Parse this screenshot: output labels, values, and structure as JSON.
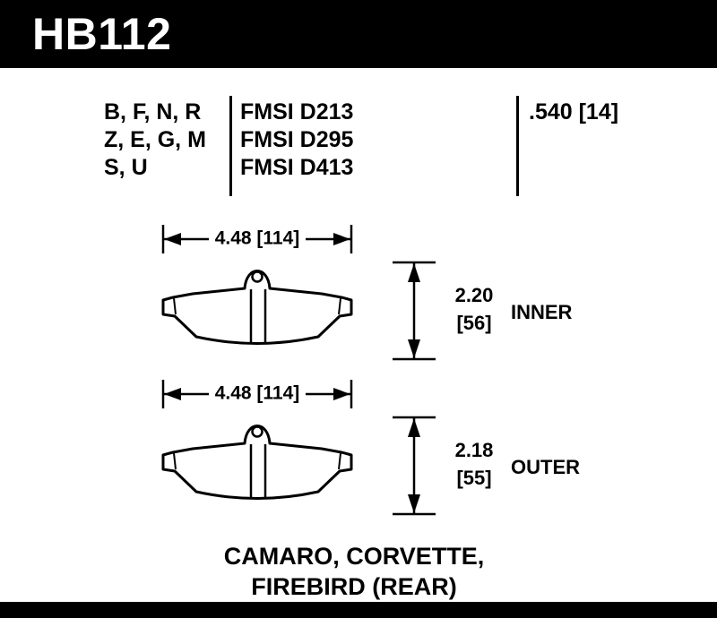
{
  "colors": {
    "ink": "#000000",
    "paper": "#ffffff"
  },
  "header": {
    "part_number": "HB112"
  },
  "spec": {
    "compounds": [
      "B, F, N, R",
      "Z, E, G, M",
      "S, U"
    ],
    "fmsi": [
      "FMSI D213",
      "FMSI D295",
      "FMSI D413"
    ],
    "thickness": ".540 [14]"
  },
  "dimensions": {
    "inner": {
      "width": "4.48 [114]",
      "height": "2.20",
      "height_mm": "[56]",
      "label": "INNER"
    },
    "outer": {
      "width": "4.48 [114]",
      "height": "2.18",
      "height_mm": "[55]",
      "label": "OUTER"
    }
  },
  "caption": {
    "line1": "CAMARO, CORVETTE,",
    "line2": "FIREBIRD (REAR)"
  }
}
